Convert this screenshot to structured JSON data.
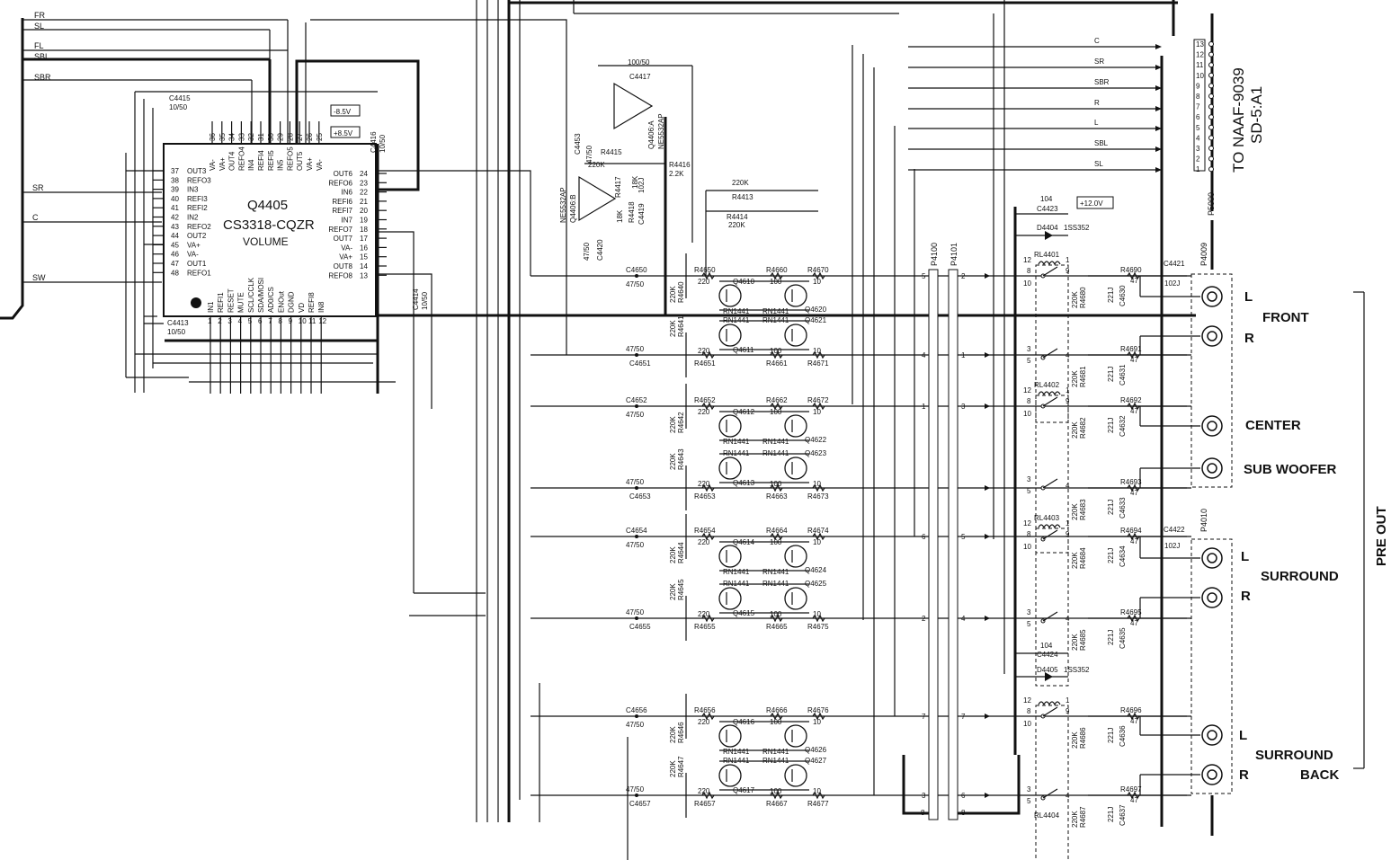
{
  "ic": {
    "ref": "Q4405",
    "part": "CS3318-CQZR",
    "function": "VOLUME",
    "pins_left": [
      "OUT3",
      "REFO3",
      "IN3",
      "REFI3",
      "REFI2",
      "IN2",
      "REFO2",
      "OUT2",
      "VA+",
      "VA-",
      "OUT1",
      "REFO1"
    ],
    "pins_left_num": [
      "37",
      "38",
      "39",
      "40",
      "41",
      "42",
      "43",
      "44",
      "45",
      "46",
      "47",
      "48"
    ],
    "pins_right": [
      "OUT6",
      "REFO6",
      "IN6",
      "REFI6",
      "REFI7",
      "IN7",
      "REFO7",
      "OUT7",
      "VA-",
      "VA+",
      "OUT8",
      "REFO8"
    ],
    "pins_right_num": [
      "24",
      "23",
      "22",
      "21",
      "20",
      "19",
      "18",
      "17",
      "16",
      "15",
      "14",
      "13"
    ],
    "pins_top": [
      "VA-",
      "VA+",
      "OUT4",
      "REFO4",
      "IN4",
      "REFI4",
      "REFI5",
      "IN5",
      "REFO5",
      "OUT5",
      "VA+",
      "VA-"
    ],
    "pins_top_num": [
      "36",
      "35",
      "34",
      "33",
      "32",
      "31",
      "30",
      "29",
      "28",
      "27",
      "26",
      "25"
    ],
    "pins_bottom": [
      "IN1",
      "REFI1",
      "RESET",
      "MUTE",
      "SCL/CCLK",
      "SDA/MOSI",
      "AD0/CS",
      "ENOut",
      "DGND",
      "VD",
      "REFI8",
      "IN8"
    ],
    "pins_bottom_num": [
      "1",
      "2",
      "3",
      "4",
      "5",
      "6",
      "7",
      "8",
      "9",
      "10",
      "11",
      "12"
    ]
  },
  "inputs": [
    "FR",
    "SL",
    "FL",
    "SBL",
    "SBR",
    "SR",
    "C",
    "SW"
  ],
  "supplies": {
    "neg": "-8.5V",
    "pos": "+8.5V",
    "relay": "+12.0V"
  },
  "caps_top": {
    "c4415": "C4415",
    "c4415_v": "10/50",
    "c4413": "C4413",
    "c4413_v": "10/50",
    "c4416": "C4416",
    "c4416_v": "10/50",
    "c4414": "C4414",
    "c4414_v": "10/50",
    "c4417": "C4417",
    "c4417_v": "100/50",
    "c4453": "C4453",
    "c4453_v": "47/50",
    "c4420": "C4420",
    "c4420_v": "47/50",
    "c4419": "C4419",
    "c4419_v": "102J"
  },
  "opamp": {
    "a_ref": "Q4406:A",
    "a_part": "NE5532AP",
    "b_ref": "Q4406:B",
    "b_part": "NE5532AP",
    "r4415": "R4415",
    "r4415_v": "220K",
    "r4416": "R4416",
    "r4416_v": "2.2K",
    "r4417": "R4417",
    "r4417_v": "18K",
    "r4418": "R4418",
    "r4418_v": "18K",
    "r4413": "R4413",
    "r4413_v": "220K",
    "r4414": "R4414",
    "r4414_v": "220K"
  },
  "stages": [
    {
      "cap": "C4650",
      "cap_v": "47/50",
      "rin": "R4650",
      "rin_v": "220",
      "rg": "R4640",
      "rg_v": "220K",
      "q": "Q4610",
      "qb": "Q4620",
      "r1": "R4660",
      "r1_v": "100",
      "r2": "R4670",
      "r2_v": "10",
      "rn": "RN1441",
      "jin": "5",
      "jout": "2"
    },
    {
      "cap": "C4651",
      "cap_v": "47/50",
      "rin": "R4651",
      "rin_v": "220",
      "rg": "R4641",
      "rg_v": "220K",
      "q": "Q4611",
      "qb": "Q4621",
      "r1": "R4661",
      "r1_v": "100",
      "r2": "R4671",
      "r2_v": "10",
      "rn": "RN1441",
      "jin": "4",
      "jout": "1"
    },
    {
      "cap": "C4652",
      "cap_v": "47/50",
      "rin": "R4652",
      "rin_v": "220",
      "rg": "R4642",
      "rg_v": "220K",
      "q": "Q4612",
      "qb": "Q4622",
      "r1": "R4662",
      "r1_v": "100",
      "r2": "R4672",
      "r2_v": "10",
      "rn": "RN1441",
      "jin": "1",
      "jout": "3"
    },
    {
      "cap": "C4653",
      "cap_v": "47/50",
      "rin": "R4653",
      "rin_v": "220",
      "rg": "R4643",
      "rg_v": "220K",
      "q": "Q4613",
      "qb": "Q4623",
      "r1": "R4663",
      "r1_v": "100",
      "r2": "R4673",
      "r2_v": "10",
      "rn": "RN1441",
      "jin": "",
      "jout": ""
    },
    {
      "cap": "C4654",
      "cap_v": "47/50",
      "rin": "R4654",
      "rin_v": "220",
      "rg": "R4644",
      "rg_v": "220K",
      "q": "Q4614",
      "qb": "Q4624",
      "r1": "R4664",
      "r1_v": "100",
      "r2": "R4674",
      "r2_v": "10",
      "rn": "RN1441",
      "jin": "6",
      "jout": "5"
    },
    {
      "cap": "C4655",
      "cap_v": "47/50",
      "rin": "R4655",
      "rin_v": "220",
      "rg": "R4645",
      "rg_v": "220K",
      "q": "Q4615",
      "qb": "Q4625",
      "r1": "R4665",
      "r1_v": "100",
      "r2": "R4675",
      "r2_v": "10",
      "rn": "RN1441",
      "jin": "2",
      "jout": "4"
    },
    {
      "cap": "C4656",
      "cap_v": "47/50",
      "rin": "R4656",
      "rin_v": "220",
      "rg": "R4646",
      "rg_v": "220K",
      "q": "Q4616",
      "qb": "Q4626",
      "r1": "R4666",
      "r1_v": "100",
      "r2": "R4676",
      "r2_v": "10",
      "rn": "RN1441",
      "jin": "7",
      "jout": "7"
    },
    {
      "cap": "C4657",
      "cap_v": "47/50",
      "rin": "R4657",
      "rin_v": "220",
      "rg": "R4647",
      "rg_v": "220K",
      "q": "Q4617",
      "qb": "Q4627",
      "r1": "R4667",
      "r1_v": "100",
      "r2": "R4677",
      "r2_v": "10",
      "rn": "RN1441",
      "jin": "3",
      "jout": "6"
    }
  ],
  "connectors": {
    "p4100": "P4100",
    "p4101": "P4101",
    "p4009": "P4009",
    "p4010": "P4010",
    "p5000": "P5000",
    "p4100_b": "8",
    "p4101_b": "8"
  },
  "relays": [
    {
      "ref": "RL4401"
    },
    {
      "ref": "RL4402"
    },
    {
      "ref": "RL4403"
    },
    {
      "ref": "RL4404"
    }
  ],
  "relay_pins": {
    "p12": "12",
    "p8": "8",
    "p10": "10",
    "p1": "1",
    "p9": "9",
    "p3": "3",
    "p5": "5",
    "p4": "4"
  },
  "diodes": [
    {
      "d": "D4404",
      "d_v": "1SS352",
      "c": "C4423",
      "c_v": "104"
    },
    {
      "d": "D4405",
      "d_v": "1SS352",
      "c": "C4424",
      "c_v": "104"
    }
  ],
  "outputs": [
    {
      "rs": "R4680",
      "rs_v": "220K",
      "rc": "R4690",
      "rc_v": "47",
      "cc": "C4630",
      "cc_v": "221J"
    },
    {
      "rs": "R4681",
      "rs_v": "220K",
      "rc": "R4691",
      "rc_v": "47",
      "cc": "C4631",
      "cc_v": "221J"
    },
    {
      "rs": "R4682",
      "rs_v": "220K",
      "rc": "R4692",
      "rc_v": "47",
      "cc": "C4632",
      "cc_v": "221J"
    },
    {
      "rs": "R4683",
      "rs_v": "220K",
      "rc": "R4693",
      "rc_v": "47",
      "cc": "C4633",
      "cc_v": "221J"
    },
    {
      "rs": "R4684",
      "rs_v": "220K",
      "rc": "R4694",
      "rc_v": "47",
      "cc": "C4634",
      "cc_v": "221J"
    },
    {
      "rs": "R4685",
      "rs_v": "220K",
      "rc": "R4695",
      "rc_v": "47",
      "cc": "C4635",
      "cc_v": "221J"
    },
    {
      "rs": "R4686",
      "rs_v": "220K",
      "rc": "R4696",
      "rc_v": "47",
      "cc": "C4636",
      "cc_v": "221J"
    },
    {
      "rs": "R4687",
      "rs_v": "220K",
      "rc": "R4697",
      "rc_v": "47",
      "cc": "C4637",
      "cc_v": "221J"
    }
  ],
  "out_caps": [
    {
      "ref": "C4421",
      "v": "102J"
    },
    {
      "ref": "C4422",
      "v": "102J"
    }
  ],
  "p5000": {
    "signals": [
      "C",
      "SR",
      "SBR",
      "R",
      "L",
      "SBL",
      "SL"
    ],
    "pins": [
      "13",
      "12",
      "11",
      "10",
      "9",
      "8",
      "7",
      "6",
      "5",
      "4",
      "3",
      "2",
      "1"
    ],
    "to1": "TO NAAF-9039",
    "to2": "SD-5:A1"
  },
  "jacks": {
    "front": "FRONT",
    "center": "CENTER",
    "sub": "SUB WOOFER",
    "surround": "SURROUND",
    "sback1": "SURROUND",
    "sback2": "BACK",
    "L": "L",
    "R": "R",
    "preout": "PRE OUT"
  }
}
